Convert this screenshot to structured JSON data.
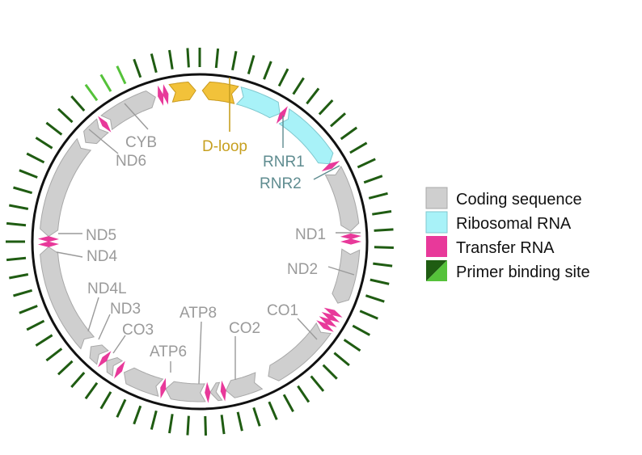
{
  "colors": {
    "coding": "#cfcfcf",
    "coding_stroke": "#a8a8a8",
    "ribosomal": "#a8f2f8",
    "ribosomal_stroke": "#7fc8cf",
    "trna": "#e8399a",
    "dloop": "#f2c23a",
    "dloop_stroke": "#c99a1e",
    "primer_dark": "#1f5c12",
    "primer_light": "#55c23a",
    "ring": "#111111"
  },
  "labels": {
    "cyb": "CYB",
    "nd6": "ND6",
    "dloop": "D-loop",
    "rnr1": "RNR1",
    "rnr2": "RNR2",
    "nd1": "ND1",
    "nd2": "ND2",
    "co1": "CO1",
    "co2": "CO2",
    "atp8": "ATP8",
    "atp6": "ATP6",
    "co3": "CO3",
    "nd3": "ND3",
    "nd4l": "ND4L",
    "nd4": "ND4",
    "nd5": "ND5"
  },
  "legend": [
    {
      "key": "coding",
      "label": "Coding sequence",
      "icon": "gray-swatch"
    },
    {
      "key": "ribosomal",
      "label": "Ribosomal RNA",
      "icon": "cyan-swatch"
    },
    {
      "key": "trna",
      "label": "Transfer RNA",
      "icon": "magenta-swatch"
    },
    {
      "key": "primer",
      "label": "Primer binding site",
      "icon": "green-split-swatch"
    }
  ]
}
